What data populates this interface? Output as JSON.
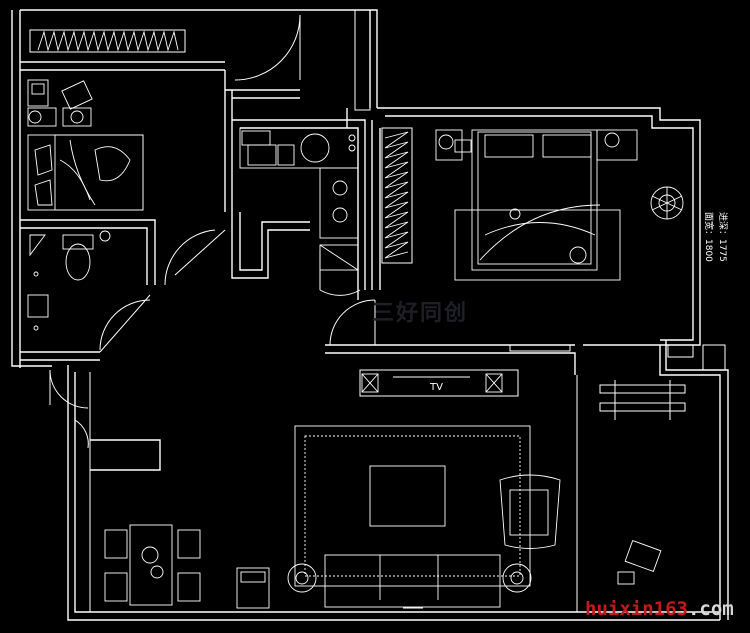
{
  "plan": {
    "tv_label": "TV",
    "dim_width": "面宽：1800",
    "dim_depth": "进深：1775",
    "watermark": "三好同创",
    "site_brand": "huixin163",
    "site_suffix": ".com"
  },
  "colors": {
    "background": "#000000",
    "lines": "#ffffff",
    "brand_red": "#c21a1a"
  }
}
